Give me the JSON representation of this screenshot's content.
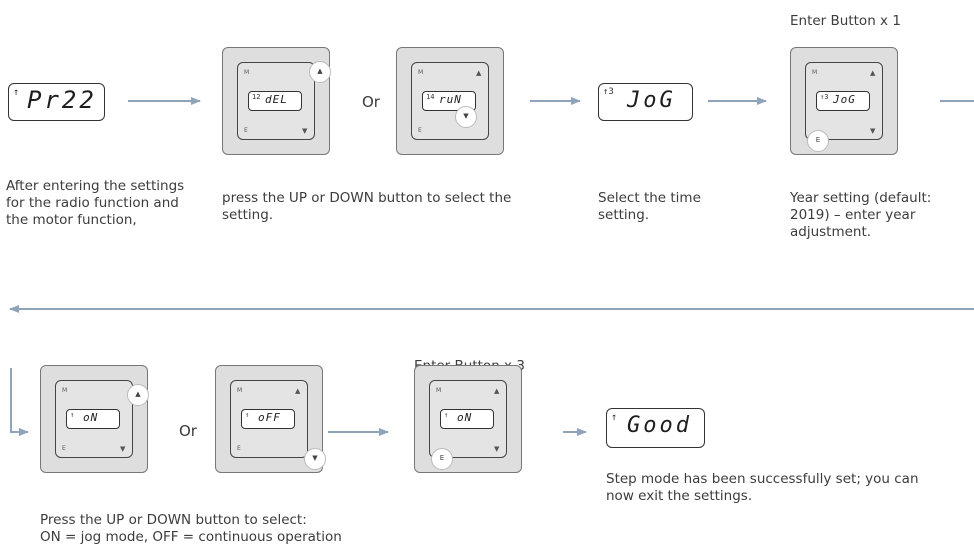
{
  "step1": {
    "indicator": "↑",
    "display": "Pr22",
    "caption": "After entering the settings for the radio function and the motor function,"
  },
  "step2": {
    "device_a": {
      "indicator": "12",
      "display": "dEL",
      "label_m": "M",
      "label_e": "E",
      "up_arrow": "▲",
      "down_arrow": "▼"
    },
    "or": "Or",
    "device_b": {
      "indicator": "14",
      "display": "ruN",
      "label_m": "M",
      "label_e": "E",
      "up_arrow": "▲",
      "down_arrow": "▼"
    },
    "caption": "press the UP or DOWN button to select the setting."
  },
  "step3": {
    "indicator": "↑3",
    "display": "JoG",
    "caption": "Select the time setting."
  },
  "step4": {
    "heading": "Enter Button x 1",
    "device": {
      "indicator": "↑3",
      "display": "JoG",
      "label_m": "M",
      "label_e": "E",
      "up_arrow": "▲",
      "down_arrow": "▼"
    },
    "caption": "Year setting (default: 2019) – enter year adjustment."
  },
  "step5": {
    "device_a": {
      "indicator": "↑",
      "display": "oN",
      "label_m": "M",
      "label_e": "E",
      "up_arrow": "▲",
      "down_arrow": "▼"
    },
    "or": "Or",
    "device_b": {
      "indicator": "↑",
      "display": "oFF",
      "label_m": "M",
      "label_e": "E",
      "up_arrow": "▲",
      "down_arrow": "▼"
    },
    "caption_line1": "Press the UP or DOWN button to select:",
    "caption_line2": "ON = jog mode, OFF = continuous operation"
  },
  "step6": {
    "heading": "Enter Button x 3",
    "device": {
      "indicator": "↑",
      "display": "oN",
      "label_m": "M",
      "label_e": "E",
      "up_arrow": "▲",
      "down_arrow": "▼"
    }
  },
  "step7": {
    "indicator": "↑",
    "display": "Good",
    "caption": "Step mode has been successfully set; you can now exit the settings."
  },
  "colors": {
    "arrow": "#8fa3bb",
    "device_bg": "#dedede"
  }
}
